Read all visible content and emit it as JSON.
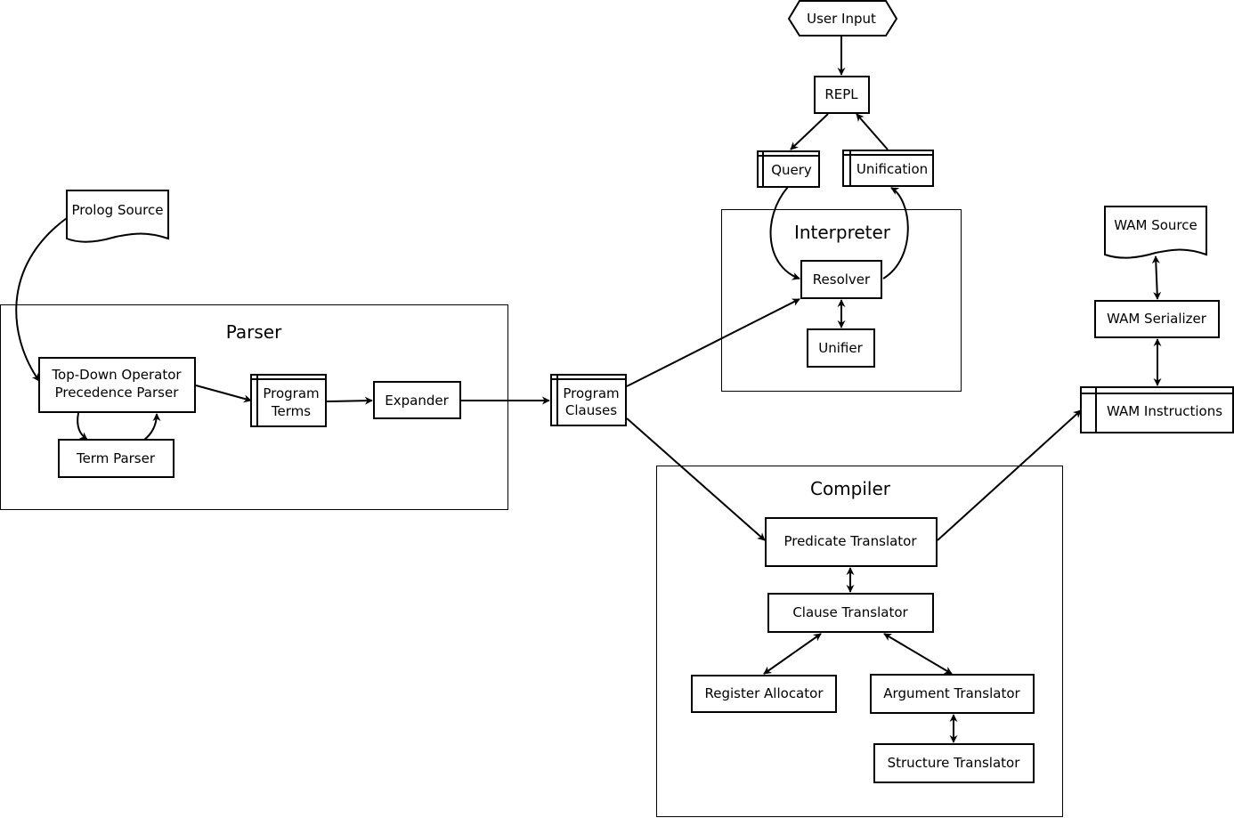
{
  "groups": {
    "parser": "Parser",
    "interpreter": "Interpreter",
    "compiler": "Compiler"
  },
  "nodes": {
    "user_input": "User Input",
    "repl": "REPL",
    "query": "Query",
    "unification": "Unification",
    "resolver": "Resolver",
    "unifier": "Unifier",
    "prolog_source": "Prolog Source",
    "top_down_parser_line1": "Top-Down Operator",
    "top_down_parser_line2": "Precedence Parser",
    "term_parser": "Term Parser",
    "program_terms_line1": "Program",
    "program_terms_line2": "Terms",
    "expander": "Expander",
    "program_clauses_line1": "Program",
    "program_clauses_line2": "Clauses",
    "predicate_translator": "Predicate Translator",
    "clause_translator": "Clause Translator",
    "register_allocator": "Register Allocator",
    "argument_translator": "Argument Translator",
    "structure_translator": "Structure Translator",
    "wam_source": "WAM Source",
    "wam_serializer": "WAM Serializer",
    "wam_instructions": "WAM Instructions"
  }
}
